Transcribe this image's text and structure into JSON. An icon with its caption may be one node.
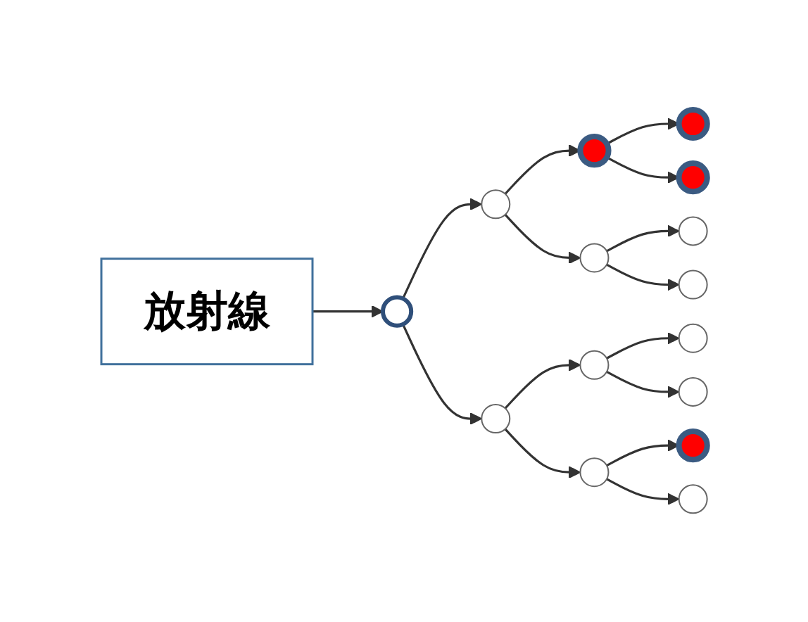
{
  "diagram": {
    "nodes": [
      {
        "text": [
          "放射線"
        ]
      },
      {
        "text": [],
        "shape": "circle"
      },
      {
        "text": [],
        "shape": "circle"
      },
      {
        "text": [],
        "shape": "circle"
      },
      {
        "text": [],
        "shape": "circle"
      },
      {
        "text": [],
        "shape": "circle"
      },
      {
        "text": [],
        "shape": "circle"
      },
      {
        "text": [],
        "shape": "circle"
      },
      {
        "text": [],
        "shape": "circle"
      },
      {
        "text": [],
        "shape": "circle"
      },
      {
        "text": [],
        "shape": "circle"
      },
      {
        "text": [],
        "shape": "circle"
      },
      {
        "text": [],
        "shape": "circle"
      },
      {
        "text": [],
        "shape": "circle"
      },
      {
        "text": [],
        "shape": "circle"
      },
      {
        "text": [],
        "shape": "circle"
      }
    ],
    "edges": [
      {
        "from": 0,
        "to": 1,
        "arrow": "to"
      },
      {
        "from": 1,
        "to": 2,
        "arrow": "to"
      },
      {
        "from": 1,
        "to": 3,
        "arrow": "to"
      },
      {
        "from": 2,
        "to": 4,
        "arrow": "to"
      },
      {
        "from": 2,
        "to": 5,
        "arrow": "to"
      },
      {
        "from": 3,
        "to": 6,
        "arrow": "to"
      },
      {
        "from": 3,
        "to": 7,
        "arrow": "to"
      },
      {
        "from": 4,
        "to": 8,
        "arrow": "to"
      },
      {
        "from": 4,
        "to": 9,
        "arrow": "to"
      },
      {
        "from": 5,
        "to": 10,
        "arrow": "to"
      },
      {
        "from": 5,
        "to": 11,
        "arrow": "to"
      },
      {
        "from": 6,
        "to": 12,
        "arrow": "to"
      },
      {
        "from": 6,
        "to": 13,
        "arrow": "to"
      },
      {
        "from": 7,
        "to": 14,
        "arrow": "to"
      },
      {
        "from": 7,
        "to": 15,
        "arrow": "to"
      }
    ]
  }
}
